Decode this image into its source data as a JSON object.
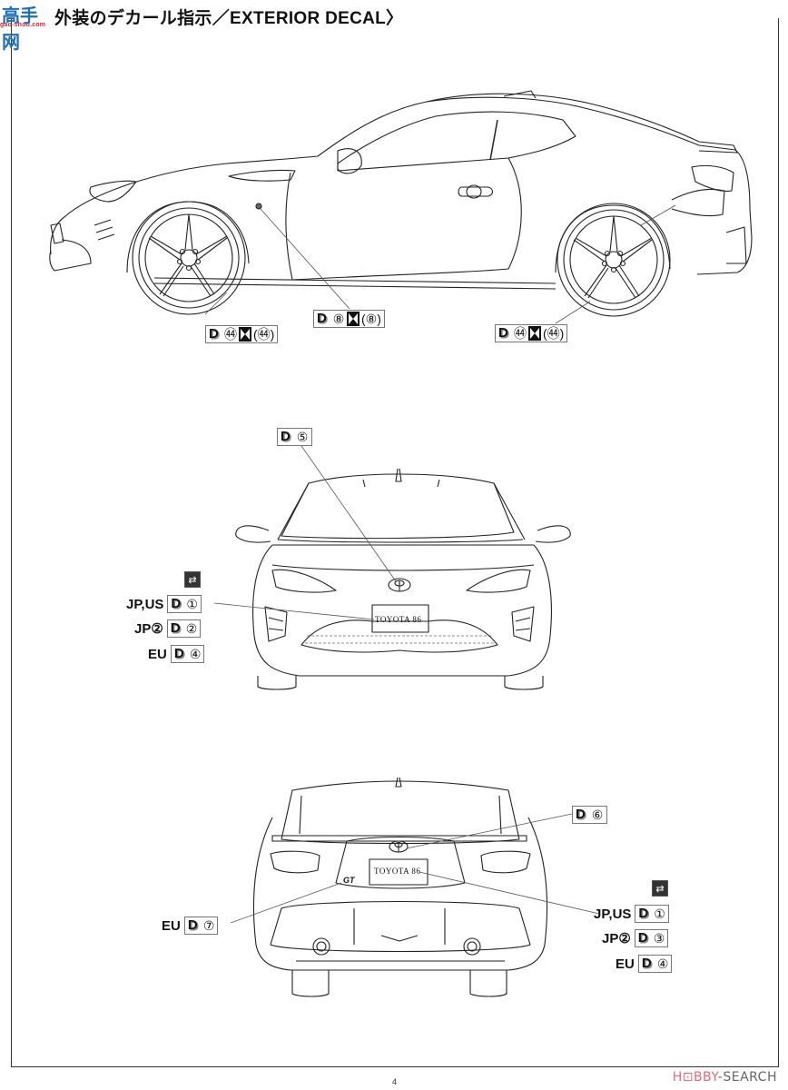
{
  "header": {
    "title": "外装のデカール指示／EXTERIOR DECAL〉",
    "watermark_main": "高手网",
    "watermark_sub": "gao-shou.com"
  },
  "side_view": {
    "callouts": [
      {
        "id": "front-wheel",
        "decal_letter": "D",
        "decal_no": "㊹",
        "alt_icon": "bowtie-icon",
        "alt_no": "(㊹)"
      },
      {
        "id": "fender-marker",
        "decal_letter": "D",
        "decal_no": "⑧",
        "alt_icon": "bowtie-icon",
        "alt_no": "(⑧)"
      },
      {
        "id": "rear-wheel",
        "decal_letter": "D",
        "decal_no": "㊹",
        "alt_icon": "bowtie-icon",
        "alt_no": "(㊹)"
      }
    ]
  },
  "front_view": {
    "emblem_callout": {
      "decal_letter": "D",
      "decal_no": "⑤"
    },
    "plate_text": "TOYOTA 86",
    "flip_icon": "swap-icon",
    "plate_options": [
      {
        "region": "JP,US",
        "decal_letter": "D",
        "decal_no": "①"
      },
      {
        "region": "JP②",
        "decal_letter": "D",
        "decal_no": "②"
      },
      {
        "region": "EU",
        "decal_letter": "D",
        "decal_no": "④"
      }
    ]
  },
  "rear_view": {
    "emblem_callout": {
      "decal_letter": "D",
      "decal_no": "⑥"
    },
    "plate_text": "TOYOTA 86",
    "badge_text": "GT",
    "gt_callout": {
      "region": "EU",
      "decal_letter": "D",
      "decal_no": "⑦"
    },
    "flip_icon": "swap-icon",
    "plate_options": [
      {
        "region": "JP,US",
        "decal_letter": "D",
        "decal_no": "①"
      },
      {
        "region": "JP②",
        "decal_letter": "D",
        "decal_no": "③"
      },
      {
        "region": "EU",
        "decal_letter": "D",
        "decal_no": "④"
      }
    ]
  },
  "footer": {
    "page_number": "4",
    "brand_prefix": "H⊡BBY",
    "brand_suffix": "SEARCH"
  }
}
